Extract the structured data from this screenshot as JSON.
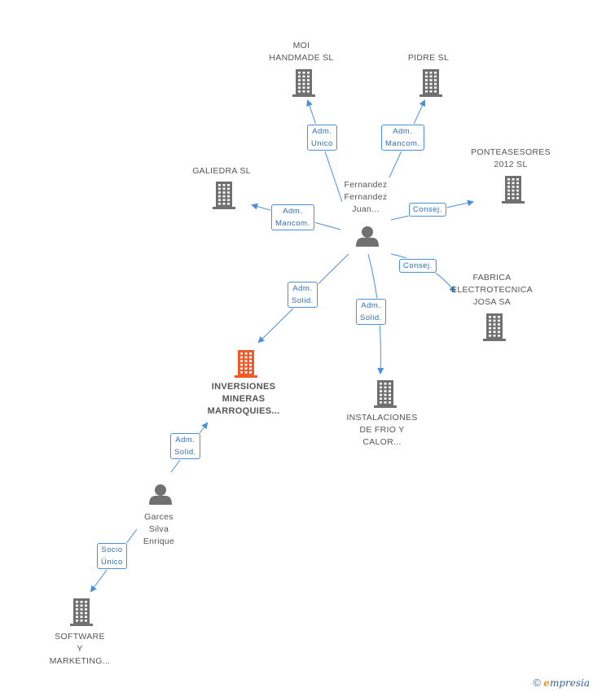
{
  "colors": {
    "building": "#707070",
    "building_highlight": "#f05a28",
    "person": "#707070",
    "edge": "#4a90d9",
    "label_text": "#555555"
  },
  "nodes": [
    {
      "id": "moi",
      "type": "company",
      "icon": "building-icon",
      "label_lines": [
        "MOI",
        "HANDMADE SL"
      ]
    },
    {
      "id": "pidre",
      "type": "company",
      "icon": "building-icon",
      "label_lines": [
        "PIDRE  SL"
      ]
    },
    {
      "id": "ponteasesores",
      "type": "company",
      "icon": "building-icon",
      "label_lines": [
        "PONTEASESORES",
        "2012  SL"
      ]
    },
    {
      "id": "galiedra",
      "type": "company",
      "icon": "building-icon",
      "label_lines": [
        "GALIEDRA SL"
      ]
    },
    {
      "id": "fernandez",
      "type": "person",
      "icon": "person-icon",
      "label_lines": [
        "Fernandez",
        "Fernandez",
        "Juan..."
      ]
    },
    {
      "id": "fabrica",
      "type": "company",
      "icon": "building-icon",
      "label_lines": [
        "FABRICA",
        "ELECTROTECNICA",
        "JOSA SA"
      ]
    },
    {
      "id": "inversiones",
      "type": "company",
      "icon": "building-icon",
      "primary": true,
      "label_lines": [
        "INVERSIONES",
        "MINERAS",
        "MARROQUIES..."
      ]
    },
    {
      "id": "instalaciones",
      "type": "company",
      "icon": "building-icon",
      "label_lines": [
        "INSTALACIONES",
        "DE FRIO Y",
        "CALOR..."
      ]
    },
    {
      "id": "garces",
      "type": "person",
      "icon": "person-icon",
      "label_lines": [
        "Garces",
        "Silva",
        "Enrique"
      ]
    },
    {
      "id": "software",
      "type": "company",
      "icon": "building-icon",
      "label_lines": [
        "SOFTWARE",
        "Y",
        "MARKETING..."
      ]
    }
  ],
  "edges": [
    {
      "from": "fernandez",
      "to": "moi",
      "label_lines": [
        "Adm.",
        "Unico"
      ]
    },
    {
      "from": "fernandez",
      "to": "pidre",
      "label_lines": [
        "Adm.",
        "Mancom."
      ]
    },
    {
      "from": "fernandez",
      "to": "ponteasesores",
      "label_lines": [
        "Consej."
      ]
    },
    {
      "from": "fernandez",
      "to": "galiedra",
      "label_lines": [
        "Adm.",
        "Mancom."
      ]
    },
    {
      "from": "fernandez",
      "to": "fabrica",
      "label_lines": [
        "Consej."
      ]
    },
    {
      "from": "fernandez",
      "to": "inversiones",
      "label_lines": [
        "Adm.",
        "Solid."
      ]
    },
    {
      "from": "fernandez",
      "to": "instalaciones",
      "label_lines": [
        "Adm.",
        "Solid."
      ]
    },
    {
      "from": "garces",
      "to": "inversiones",
      "label_lines": [
        "Adm.",
        "Solid."
      ]
    },
    {
      "from": "garces",
      "to": "software",
      "label_lines": [
        "Socio",
        "Único"
      ]
    }
  ],
  "footer": {
    "copyright": "©",
    "brand_initial": "e",
    "brand_rest": "mpresia"
  }
}
